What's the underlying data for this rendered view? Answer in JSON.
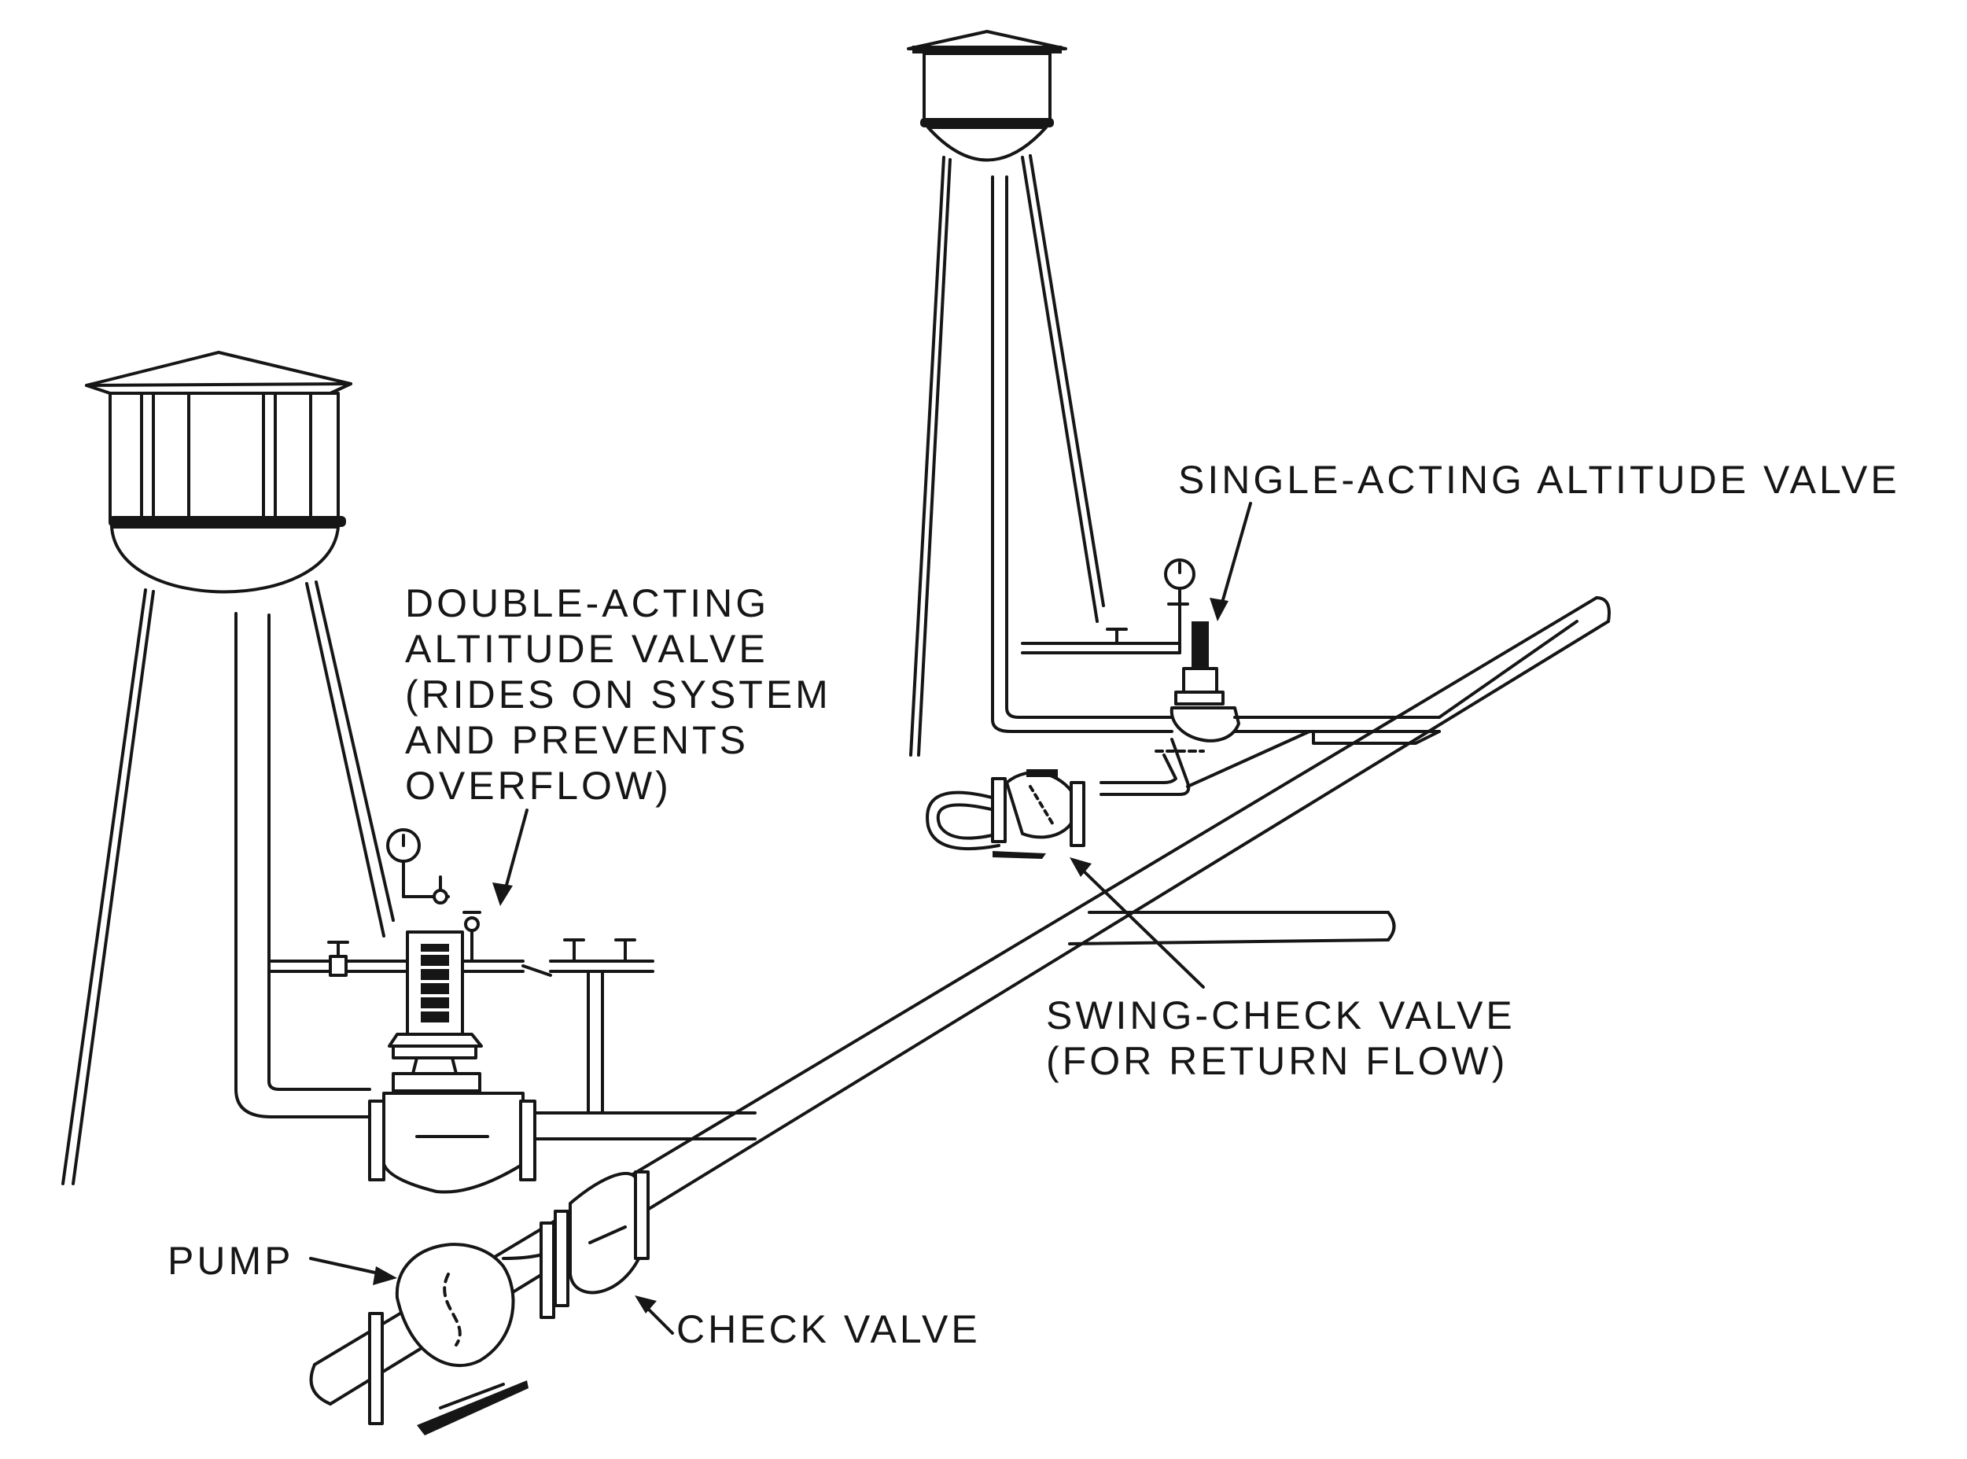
{
  "labels": {
    "single_acting": "SINGLE-ACTING ALTITUDE VALVE",
    "double_acting": [
      "DOUBLE-ACTING",
      "ALTITUDE VALVE",
      "(RIDES ON SYSTEM",
      "AND PREVENTS",
      "OVERFLOW)"
    ],
    "swing_check": [
      "SWING-CHECK VALVE",
      "(FOR RETURN FLOW)"
    ],
    "pump": "PUMP",
    "check_valve": "CHECK VALVE"
  },
  "colors": {
    "ink": "#161616",
    "background": "#ffffff"
  }
}
